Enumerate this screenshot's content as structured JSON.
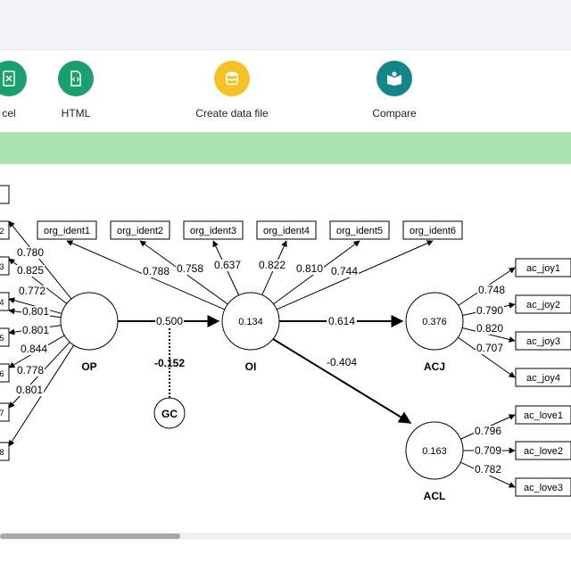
{
  "toolbar": {
    "excel_label": "cel",
    "html_label": "HTML",
    "create_label": "Create data file",
    "compare_label": "Compare"
  },
  "colors": {
    "green": "#1aa06d",
    "yellow": "#f5c227",
    "teal": "#14868a",
    "banner": "#a9e4b0"
  },
  "model": {
    "latents": {
      "op": {
        "name": "OP",
        "value": ""
      },
      "oi": {
        "name": "OI",
        "value": "0.134"
      },
      "acj": {
        "name": "ACJ",
        "value": "0.376"
      },
      "acl": {
        "name": "ACL",
        "value": "0.163"
      },
      "gc": {
        "name": "GC"
      }
    },
    "left_indicators": [
      "",
      "2",
      "3",
      "4",
      "5",
      "6",
      "7",
      "8"
    ],
    "op_loadings": [
      "0.780",
      "0.825",
      "0.772",
      "0.801",
      "0.801",
      "0.844",
      "0.778",
      "0.801"
    ],
    "org_ident": [
      "org_ident1",
      "org_ident2",
      "org_ident3",
      "org_ident4",
      "org_ident5",
      "org_ident6"
    ],
    "oi_loadings": [
      "0.788",
      "0.758",
      "0.637",
      "0.822",
      "0.810",
      "0.744"
    ],
    "ac_joy": [
      "ac_joy1",
      "ac_joy2",
      "ac_joy3",
      "ac_joy4"
    ],
    "acj_loadings": [
      "0.748",
      "0.790",
      "0.820",
      "0.707"
    ],
    "ac_love": [
      "ac_love1",
      "ac_love2",
      "ac_love3"
    ],
    "acl_loadings": [
      "0.796",
      "0.709",
      "0.782"
    ],
    "paths": {
      "op_oi": "0.500",
      "oi_acj": "0.614",
      "oi_acl": "-0.404",
      "gc_moderation": "-0.152"
    }
  }
}
